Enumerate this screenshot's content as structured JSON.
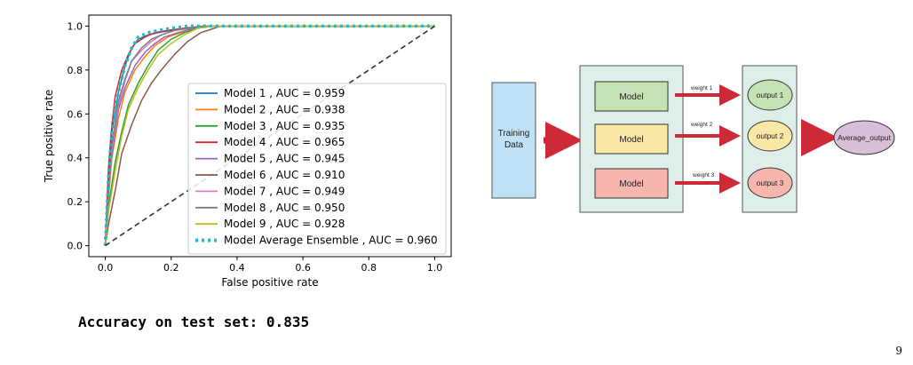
{
  "chart_data": {
    "type": "line",
    "title": "",
    "xlabel": "False positive rate",
    "ylabel": "True positive rate",
    "xlim": [
      0,
      1
    ],
    "ylim": [
      0,
      1
    ],
    "xticks": [
      "0.0",
      "0.2",
      "0.4",
      "0.6",
      "0.8",
      "1.0"
    ],
    "yticks": [
      "0.0",
      "0.2",
      "0.4",
      "0.6",
      "0.8",
      "1.0"
    ],
    "grid": false,
    "legend_position": "lower-right",
    "series": [
      {
        "name": "Model 1  , AUC = 0.959",
        "color": "#1f77b4",
        "style": "solid",
        "x": [
          0,
          0.01,
          0.02,
          0.04,
          0.06,
          0.08,
          0.1,
          0.13,
          0.16,
          0.2,
          0.25,
          0.3,
          1.0
        ],
        "y": [
          0,
          0.3,
          0.52,
          0.7,
          0.82,
          0.9,
          0.94,
          0.96,
          0.97,
          0.98,
          0.99,
          1.0,
          1.0
        ]
      },
      {
        "name": "Model 2  , AUC = 0.938",
        "color": "#ff7f0e",
        "style": "solid",
        "x": [
          0,
          0.01,
          0.02,
          0.04,
          0.06,
          0.09,
          0.12,
          0.15,
          0.19,
          0.23,
          0.28,
          0.32,
          1.0
        ],
        "y": [
          0,
          0.22,
          0.4,
          0.58,
          0.7,
          0.8,
          0.86,
          0.91,
          0.95,
          0.97,
          0.99,
          1.0,
          1.0
        ]
      },
      {
        "name": "Model 3  , AUC = 0.935",
        "color": "#2ca02c",
        "style": "solid",
        "x": [
          0,
          0.01,
          0.03,
          0.05,
          0.07,
          0.1,
          0.13,
          0.16,
          0.2,
          0.24,
          0.28,
          0.33,
          1.0
        ],
        "y": [
          0,
          0.18,
          0.38,
          0.52,
          0.64,
          0.74,
          0.82,
          0.89,
          0.94,
          0.97,
          0.99,
          1.0,
          1.0
        ]
      },
      {
        "name": "Model 4  , AUC = 0.965",
        "color": "#d62728",
        "style": "solid",
        "x": [
          0,
          0.01,
          0.02,
          0.03,
          0.05,
          0.07,
          0.09,
          0.12,
          0.15,
          0.19,
          0.24,
          0.3,
          1.0
        ],
        "y": [
          0,
          0.36,
          0.55,
          0.68,
          0.8,
          0.87,
          0.92,
          0.95,
          0.97,
          0.98,
          0.99,
          1.0,
          1.0
        ]
      },
      {
        "name": "Model 5  , AUC = 0.945",
        "color": "#9467bd",
        "style": "solid",
        "x": [
          0,
          0.01,
          0.02,
          0.04,
          0.06,
          0.09,
          0.12,
          0.15,
          0.18,
          0.22,
          0.27,
          0.31,
          1.0
        ],
        "y": [
          0,
          0.26,
          0.42,
          0.62,
          0.72,
          0.82,
          0.88,
          0.92,
          0.95,
          0.97,
          0.99,
          1.0,
          1.0
        ]
      },
      {
        "name": "Model 6  , AUC = 0.910",
        "color": "#8c564b",
        "style": "solid",
        "x": [
          0,
          0.01,
          0.03,
          0.05,
          0.08,
          0.11,
          0.14,
          0.17,
          0.21,
          0.25,
          0.29,
          0.35,
          1.0
        ],
        "y": [
          0,
          0.1,
          0.25,
          0.42,
          0.55,
          0.66,
          0.74,
          0.8,
          0.87,
          0.93,
          0.97,
          1.0,
          1.0
        ]
      },
      {
        "name": "Model 7  , AUC = 0.949",
        "color": "#e377c2",
        "style": "solid",
        "x": [
          0,
          0.01,
          0.02,
          0.04,
          0.06,
          0.08,
          0.11,
          0.14,
          0.17,
          0.21,
          0.26,
          0.31,
          1.0
        ],
        "y": [
          0,
          0.24,
          0.44,
          0.64,
          0.75,
          0.84,
          0.89,
          0.93,
          0.96,
          0.98,
          0.99,
          1.0,
          1.0
        ]
      },
      {
        "name": "Model 8  , AUC = 0.950",
        "color": "#7f7f7f",
        "style": "solid",
        "x": [
          0,
          0.01,
          0.02,
          0.04,
          0.06,
          0.08,
          0.11,
          0.14,
          0.17,
          0.21,
          0.26,
          0.31,
          1.0
        ],
        "y": [
          0,
          0.25,
          0.46,
          0.66,
          0.76,
          0.84,
          0.9,
          0.94,
          0.96,
          0.98,
          0.99,
          1.0,
          1.0
        ]
      },
      {
        "name": "Model 9  , AUC = 0.928",
        "color": "#bcbd22",
        "style": "solid",
        "x": [
          0,
          0.01,
          0.03,
          0.05,
          0.07,
          0.1,
          0.13,
          0.16,
          0.2,
          0.24,
          0.28,
          0.33,
          1.0
        ],
        "y": [
          0,
          0.16,
          0.34,
          0.5,
          0.62,
          0.72,
          0.8,
          0.87,
          0.92,
          0.96,
          0.99,
          1.0,
          1.0
        ]
      },
      {
        "name": "Model Average Ensemble , AUC = 0.960",
        "color": "#17becf",
        "style": "dotted",
        "x": [
          0,
          0.01,
          0.02,
          0.04,
          0.06,
          0.08,
          0.1,
          0.13,
          0.16,
          0.2,
          0.25,
          0.3,
          1.0
        ],
        "y": [
          0,
          0.32,
          0.52,
          0.7,
          0.82,
          0.9,
          0.95,
          0.97,
          0.98,
          0.99,
          1.0,
          1.0,
          1.0
        ]
      },
      {
        "name": "",
        "color": "#333333",
        "style": "dashed",
        "x": [
          0,
          1
        ],
        "y": [
          0,
          1
        ]
      }
    ]
  },
  "diagram": {
    "training_data": [
      "Training",
      "Data"
    ],
    "models": [
      {
        "label": "Model",
        "fill": "#c6e3b5"
      },
      {
        "label": "Model",
        "fill": "#fbe7a6"
      },
      {
        "label": "Model",
        "fill": "#f6b5ad"
      }
    ],
    "weights": [
      "weight 1",
      "weight 2",
      "weight 3"
    ],
    "outputs": [
      {
        "label": "output 1",
        "fill": "#c6e3b5"
      },
      {
        "label": "output 2",
        "fill": "#fbe7a6"
      },
      {
        "label": "output 3",
        "fill": "#f6b5ad"
      }
    ],
    "final_output": {
      "label": "Average_output",
      "fill": "#d7bfd8"
    },
    "arrow_color": "#cc2a36",
    "box_fill": "#deeeea",
    "training_fill": "#bfe1f5"
  },
  "accuracy_text": "Accuracy on test set: 0.835",
  "page_number": "9"
}
